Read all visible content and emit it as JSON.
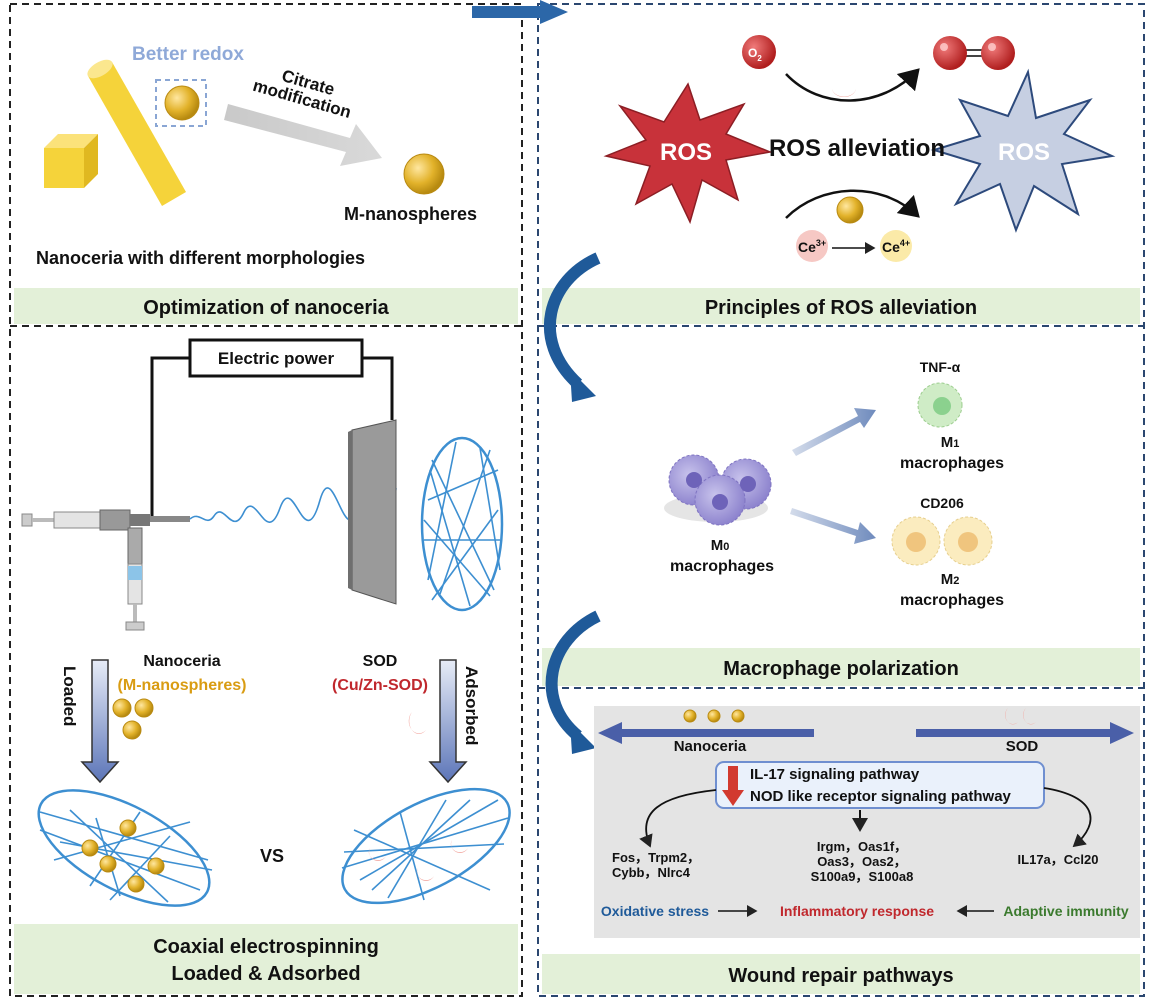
{
  "top_left": {
    "better_redox": "Better redox",
    "citrate_line1": "Citrate",
    "citrate_line2": "modification",
    "m_nanospheres": "M-nanospheres",
    "morphologies": "Nanoceria with different morphologies",
    "section_title": "Optimization of nanoceria"
  },
  "top_right": {
    "superoxide": "O",
    "superoxide_sup": "2",
    "ros_red": "ROS",
    "ros_alleviation": "ROS alleviation",
    "ros_blue": "ROS",
    "ce3": "Ce",
    "ce3_sup": "3+",
    "ce4": "Ce",
    "ce4_sup": "4+",
    "section_title": "Principles of ROS alleviation"
  },
  "middle_left": {
    "electric_power": "Electric power",
    "loaded": "Loaded",
    "adsorbed": "Adsorbed",
    "nanoceria": "Nanoceria",
    "m_nanospheres_paren": "(M-nanospheres)",
    "sod": "SOD",
    "cu_zn_sod": "(Cu/Zn-SOD)",
    "vs": "VS",
    "section_title_1": "Coaxial electrospinning",
    "section_title_2": "Loaded & Adsorbed"
  },
  "middle_right": {
    "tnf": "TNF-α",
    "m1_a": "M",
    "m1_sub": "1",
    "m1_b": "macrophages",
    "cd206": "CD206",
    "m2_a": "M",
    "m2_sub": "2",
    "m2_b": "macrophages",
    "m0_a": "M",
    "m0_sub": "0",
    "m0_b": "macrophages",
    "section_title": "Macrophage polarization"
  },
  "bottom_right": {
    "nanoceria": "Nanoceria",
    "sod": "SOD",
    "pathway_1": "IL-17 signaling pathway",
    "pathway_2": "NOD like receptor signaling pathway",
    "genes_left_1": "Fos，Trpm2，",
    "genes_left_2": "Cybb，Nlrc4",
    "genes_mid_1": "Irgm，Oas1f，",
    "genes_mid_2": "Oas3，Oas2，",
    "genes_mid_3": "S100a9，S100a8",
    "genes_right": "IL17a，Ccl20",
    "oxidative_stress": "Oxidative stress",
    "inflammatory_response": "Inflammatory response",
    "adaptive_immunity": "Adaptive immunity",
    "section_title": "Wound repair pathways"
  },
  "colors": {
    "green_band": "#e3f0d8",
    "fiber_blue": "#3d8fd1",
    "gold": "#e0ae22",
    "ros_red": "#c8323a",
    "ros_blue": "#c6cfe2",
    "arrow_blue": "#2c67a8",
    "sod_pink": "#f2a7a0",
    "text_red": "#c0282d",
    "text_blue": "#1f5a99",
    "text_green": "#3b7a2e",
    "text_gold": "#d99c12"
  }
}
